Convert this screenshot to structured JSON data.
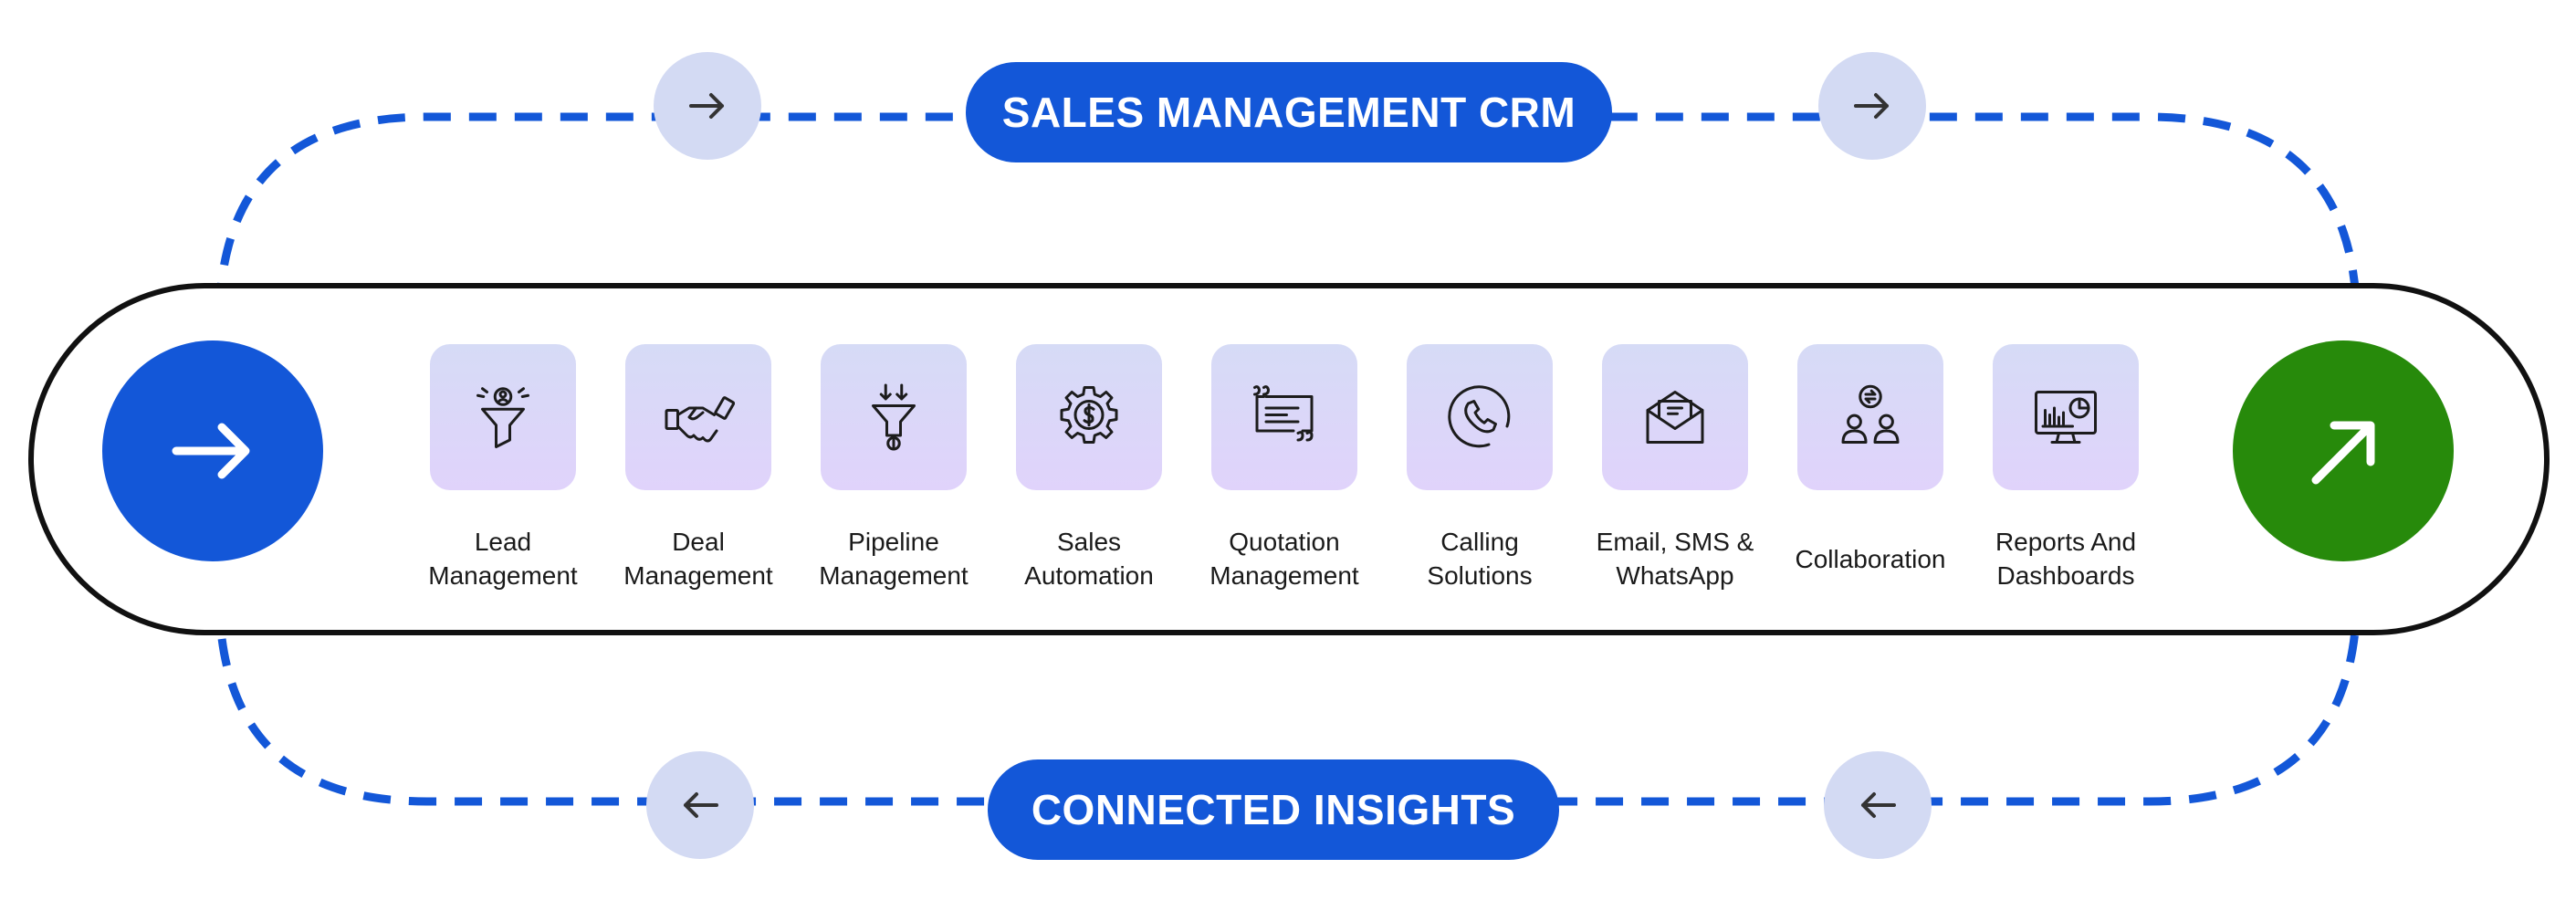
{
  "top_pill": {
    "label": "SALES MANAGEMENT CRM"
  },
  "bottom_pill": {
    "label": "CONNECTED INSIGHTS"
  },
  "colors": {
    "primary_blue": "#1357d8",
    "accent_green": "#278a0b",
    "arrow_circle_bg": "#d3daf3",
    "tile_gradient_top": "#d6dbf6",
    "tile_gradient_bottom": "#e0d3fb",
    "band_border": "#111111"
  },
  "connectors": {
    "top_left_icon": "arrow-right-icon",
    "top_right_icon": "arrow-right-icon",
    "bottom_left_icon": "arrow-left-icon",
    "bottom_right_icon": "arrow-left-icon"
  },
  "start_icon": "arrow-right-icon",
  "end_icon": "arrow-up-right-icon",
  "features": [
    {
      "label": "Lead\nManagement",
      "icon": "lead-funnel-icon"
    },
    {
      "label": "Deal\nManagement",
      "icon": "handshake-icon"
    },
    {
      "label": "Pipeline\nManagement",
      "icon": "pipeline-funnel-icon"
    },
    {
      "label": "Sales\nAutomation",
      "icon": "dollar-gear-icon"
    },
    {
      "label": "Quotation\nManagement",
      "icon": "quotation-icon"
    },
    {
      "label": "Calling\nSolutions",
      "icon": "phone-icon"
    },
    {
      "label": "Email, SMS &\nWhatsApp",
      "icon": "envelope-icon"
    },
    {
      "label": "Collaboration",
      "icon": "team-icon"
    },
    {
      "label": "Reports And\nDashboards",
      "icon": "dashboard-monitor-icon"
    }
  ]
}
